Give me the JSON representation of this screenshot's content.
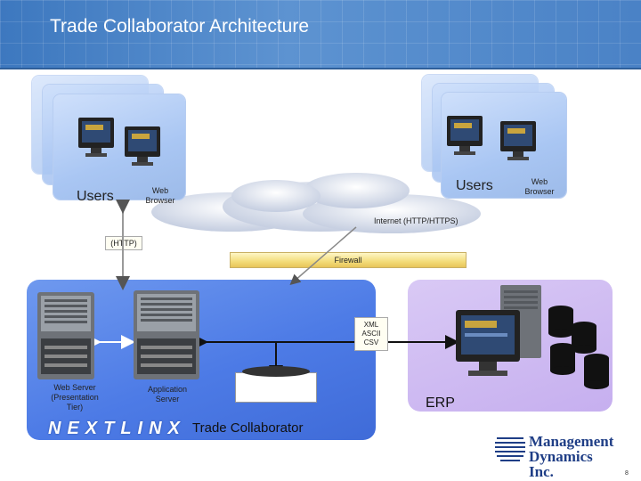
{
  "title": "Trade Collaborator Architecture",
  "users_left": {
    "label": "Users",
    "browser": "Web Browser"
  },
  "users_right": {
    "label": "Users",
    "browser": "Web Browser"
  },
  "internet_label": "Internet (HTTP/HTTPS)",
  "http_label": "(HTTP)",
  "firewall_label": "Firewall",
  "xml_label": "XML ASCII CSV",
  "web_server_label": "Web Server (Presentation Tier)",
  "app_server_label": "Application Server",
  "trade_collaborator_label": "Trade Collaborator",
  "erp_label": "ERP",
  "nextlinx_logo": "NEXTLINX",
  "mgmt_logo_line1": "Management",
  "mgmt_logo_line2": "Dynamics Inc.",
  "page_number": "8",
  "colors": {
    "header_blue": "#4a82c6",
    "tc_panel_blue": "#4d7be6",
    "erp_panel_purple": "#c6afef",
    "firewall_yellow": "#f3dc7a",
    "logo_navy": "#1f3e86"
  }
}
